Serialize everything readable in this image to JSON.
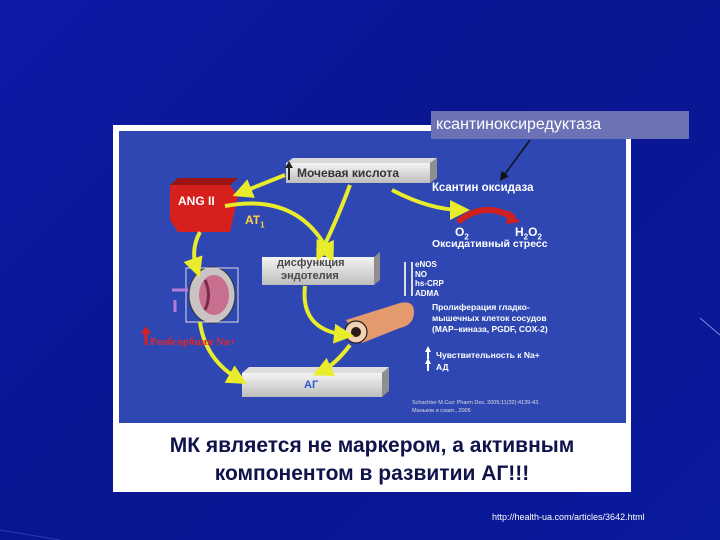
{
  "label_box": "ксантиноксиредуктаза",
  "diagram": {
    "uric_acid": "Мочевая кислота",
    "xanthine_oxidase": "Ксантин оксидаза",
    "ang2": "ANG II",
    "at1": "AT",
    "at1_sub": "1",
    "o2": "O",
    "o2_sub": "2",
    "h2o2": "H",
    "h2o2_sub1": "2",
    "h2o2_o": "O",
    "h2o2_sub2": "2",
    "oxidative_stress": "Оксидативный стресс",
    "dysfunction_1": "дисфункция",
    "dysfunction_2": "эндотелия",
    "markers": [
      "eNOS",
      "NO",
      "hs-CRP",
      "ADMA"
    ],
    "proliferation_1": "Пролиферация гладко-",
    "proliferation_2": "мышечных клеток сосудов",
    "proliferation_3": "(MAP–киназа, PGDF, COX-2)",
    "sensitivity": "Чувствительность к Na+",
    "ad": "АД",
    "reabsorption": "Реабсорбция Na+",
    "ag": "АГ",
    "reference_1": "Schachter M.Curr Pharm Des. 2005;11(32):4139-43.",
    "reference_2": "Маньков и соавт., 2005"
  },
  "caption_line1": "МК является не маркером, а активным",
  "caption_line2": "компонентом в развитии АГ!!!",
  "url": "http://health-ua.com/articles/3642.html",
  "colors": {
    "background": "#0d1aa8",
    "panel": "#2f47b2",
    "arrow": "#e8ec2a",
    "ang_red": "#d6201e",
    "label_box": "#6b72b5"
  }
}
